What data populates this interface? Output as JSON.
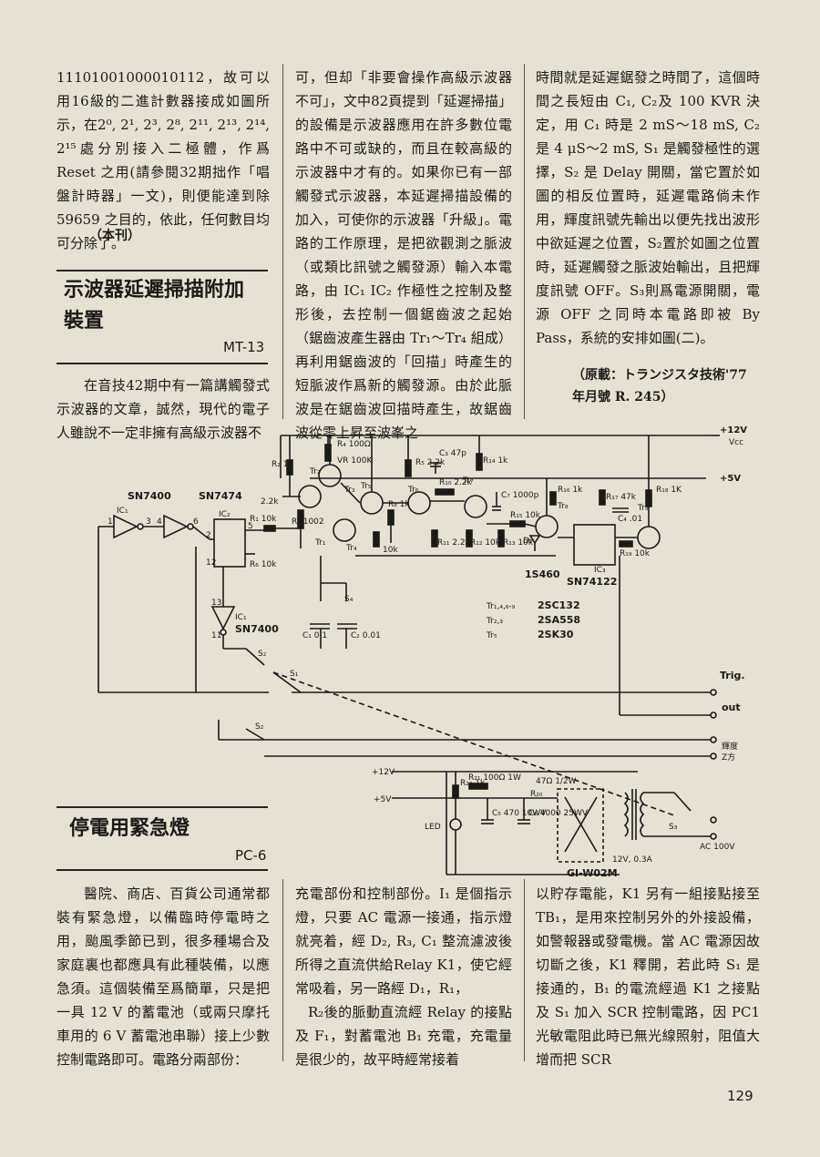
{
  "col_a_top": "11101001000010112，故可以用16級的二進計數器接成如圖所示，在2⁰, 2¹, 2³, 2⁸, 2¹¹, 2¹³, 2¹⁴, 2¹⁵處分別接入二極體，作爲 Reset 之用(請參閱32期拙作「唱盤計時器」一文)，則便能達到除 59659 之目的，依此，任何數目均可分除了。",
  "col_a_sign": "（本刊）",
  "article1": {
    "title_line1": "示波器延遲掃描附加",
    "title_line2": "裝置",
    "code": "MT-13",
    "col_a": "在音技42期中有一篇講觸發式示波器的文章，誠然，現代的電子人雖說不一定非擁有高級示波器不",
    "col_b": "可，但却「非要會操作高級示波器不可」，文中82頁提到「延遲掃描」的設備是示波器應用在許多數位電路中不可或缺的，而且在較高級的示波器中才有的。如果你已有一部觸發式示波器，本延遲掃描設備的加入，可使你的示波器「升級」。電路的工作原理，是把欲觀測之脈波（或類比訊號之觸發源）輸入本電路，由 IC₁ IC₂ 作極性之控制及整形後，去控制一個鋸齒波之起始（鋸齒波產生器由 Tr₁～Tr₄ 組成）再利用鋸齒波的「回描」時產生的短脈波作爲新的觸發源。由於此脈波是在鋸齒波回描時產生，故鋸齒波從零上昇至波峯之",
    "col_c": "時間就是延遲鋸發之時間了，這個時間之長短由 C₁, C₂及 100 KVR 決定，用 C₁ 時是 2 mS～18 mS, C₂ 是 4 μS～2 mS, S₁ 是觸發極性的選擇，S₂ 是 Delay 開關，當它置於如圖的相反位置時，延遲電路倘未作用，輝度訊號先輸出以便先找出波形中欲延遲之位置，S₂置於如圖之位置時，延遲觸發之脈波始輸出，且把輝度訊號 OFF。S₃則爲電源開關，電源 OFF 之同時本電路即被 By Pass，系統的安排如圖(二)。",
    "source_line1": "（原載：トランジスタ技術'77",
    "source_line2": "年月號 R. 245）"
  },
  "article2": {
    "title": "停電用緊急燈",
    "code": "PC-6",
    "col_a": "醫院、商店、百貨公司通常都裝有緊急燈，以備臨時停電時之用，颱風季節已到，很多種場合及家庭裏也都應具有此種裝備，以應急須。這個裝備至爲簡單，只是把一具 12 V 的蓄電池（或兩只摩托車用的 6 V 蓄電池串聯）接上少數控制電路即可。電路分兩部份：",
    "col_b1": "充電部份和控制部份。I₁ 是個指示燈，只要 AC 電源一接通，指示燈就亮着，經 D₂, R₃, C₁ 整流濾波後所得之直流供給Relay K1，使它經常吸着，另一路經 D₁，R₁，",
    "col_b2": "R₂後的脈動直流經 Relay 的接點及 F₁，對蓄電池 B₁ 充電，充電量是很少的，故平時經常接着",
    "col_c": "以貯存電能，K1 另有一組接點接至 TB₁，是用來控制另外的外接設備，如警報器或發電機。當 AC 電源因故切斷之後，K1 釋開，若此時 S₁ 是接通的，B₁ 的電流經過 K1 之接點及 S₁ 加入 SCR 控制電路，因 PC1 光敏電阻此時已無光線照射，阻值大增而把 SCR"
  },
  "schematic": {
    "v12": "+12V",
    "vcc": "Vcc",
    "v5": "+5V",
    "sn7400_a": "SN7400",
    "sn7474": "SN7474",
    "sn7400_b": "SN7400",
    "sn74122": "SN74122",
    "ic1a": "IC₁",
    "ic1b": "IC₁",
    "ic2": "IC₂",
    "ic3": "IC₃",
    "d1_part": "1S460",
    "d1": "D₁",
    "r1": "R₁ 10k",
    "r2": "R₂ 1k",
    "r3": "R₃ 1002",
    "r3b": "2.2k",
    "r4": "R₄ 100Ω",
    "vr": "VR 100K",
    "r5": "R₅ 2.2k",
    "r6": "R₆ 10k",
    "r8": "R₈ 1k",
    "r10": "R₁₀ 2.2k",
    "r11": "R₁₁ 2.2k",
    "r12": "R₁₂ 10k",
    "r13": "R₁₃ 10k",
    "r14": "R₁₄ 1k",
    "r15": "R₁₅ 10k",
    "r16": "R₁₆ 1k",
    "r17": "R₁₇ 47k",
    "r18": "R₁₈ 1K",
    "r19": "R₁₉ 10k",
    "r7": "10k",
    "r9": "10k",
    "c3": "C₃ 47p",
    "c7": "C₇ 1000p",
    "c4": "C₄ .01",
    "c1": "C₁ 0.1",
    "c2": "C₂ 0.01",
    "tr1": "Tr₁",
    "tr2": "Tr₂",
    "tr3": "Tr₃",
    "tr4": "Tr₄",
    "tr5": "Tr₅",
    "tr6": "Tr₆",
    "tr7": "Tr₇",
    "tr8": "Tr₈",
    "tr9": "Tr₉",
    "tr_legend": [
      {
        "name": "Tr₁,₄,₆-₉",
        "part": "2SC132"
      },
      {
        "name": "Tr₂,₃",
        "part": "2SA558"
      },
      {
        "name": "Tr₅",
        "part": "2SK30"
      }
    ],
    "s1": "S₁",
    "s2": "S₂",
    "s2b": "S₂",
    "s3": "S₃",
    "s4": "S₄",
    "trig": "Trig.",
    "out": "out",
    "brightness": "輝度",
    "brightness2": "Z方",
    "ps_v12": "+12V",
    "ps_v5": "+5V",
    "r22": "R₂₂ 1k",
    "r21": "R₂₁ 100Ω 1W",
    "r20": "R₂₀",
    "r20val": "47Ω 1/2W",
    "led": "LED",
    "c5": "C₅ 470 10WV",
    "c6": "C₆ 4000 25WV",
    "bridge": "GI-W02M",
    "trafo": "12V, 0.3A",
    "s3b": "S₃",
    "ac": "AC 100V",
    "n1": "1",
    "n2": "2",
    "n3": "3",
    "n4": "4",
    "n5": "5",
    "n6": "6",
    "n12": "12",
    "n13": "13",
    "n11": "11"
  },
  "page_number": "129"
}
